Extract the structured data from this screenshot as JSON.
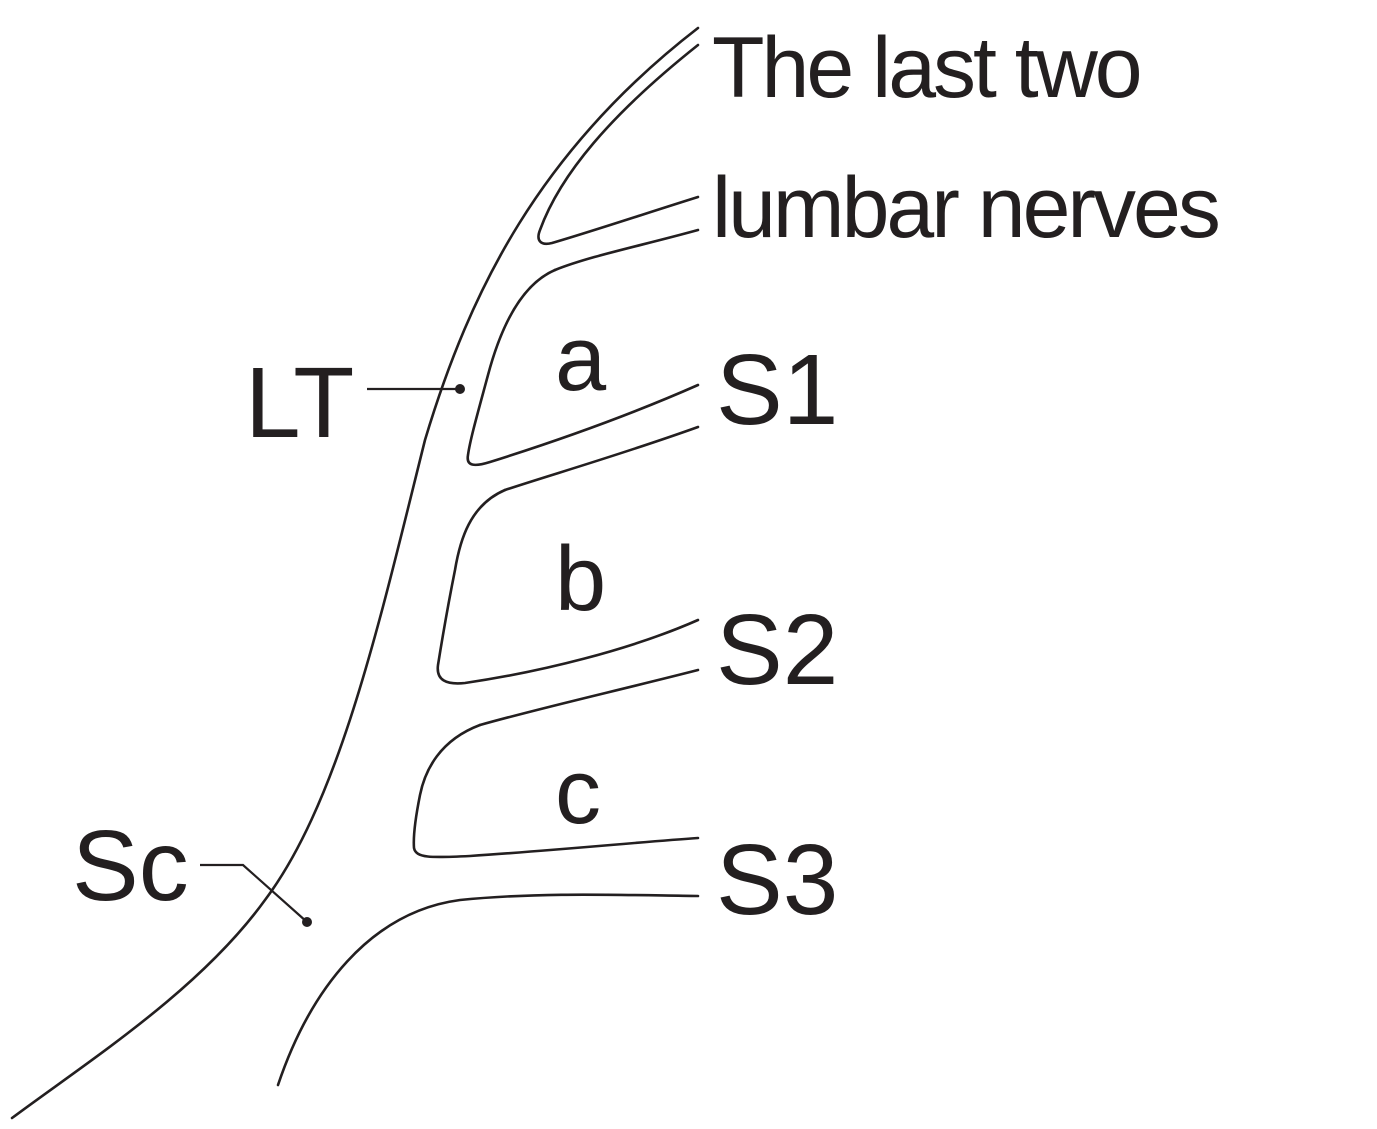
{
  "diagram": {
    "title_line1": "The last two",
    "title_line2": "lumbar nerves",
    "labels": {
      "lt": "LT",
      "sc": "Sc",
      "s1": "S1",
      "s2": "S2",
      "s3": "S3",
      "region_a": "a",
      "region_b": "b",
      "region_c": "c"
    },
    "line_color": "#231f20",
    "background": "#ffffff"
  }
}
